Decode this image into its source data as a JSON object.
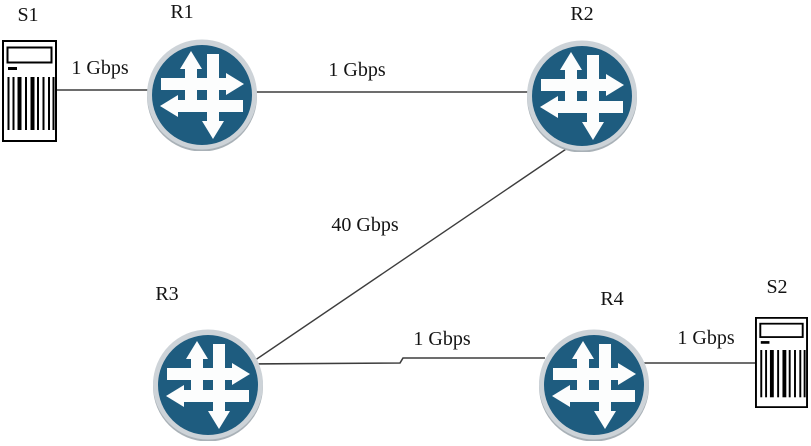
{
  "diagram": {
    "nodes": {
      "s1": {
        "label": "S1",
        "type": "server"
      },
      "r1": {
        "label": "R1",
        "type": "router"
      },
      "r2": {
        "label": "R2",
        "type": "router"
      },
      "r3": {
        "label": "R3",
        "type": "router"
      },
      "r4": {
        "label": "R4",
        "type": "router"
      },
      "s2": {
        "label": "S2",
        "type": "server"
      }
    },
    "links": {
      "s1_r1": {
        "from": "S1",
        "to": "R1",
        "bandwidth": "1 Gbps"
      },
      "r1_r2": {
        "from": "R1",
        "to": "R2",
        "bandwidth": "1 Gbps"
      },
      "r2_r3": {
        "from": "R2",
        "to": "R3",
        "bandwidth": "40 Gbps"
      },
      "r3_r4": {
        "from": "R3",
        "to": "R4",
        "bandwidth": "1 Gbps"
      },
      "r4_s2": {
        "from": "R4",
        "to": "S2",
        "bandwidth": "1 Gbps"
      }
    },
    "colors": {
      "router_fill": "#1E5C7F",
      "router_ring": "#CDD3D8",
      "router_shadow": "#A9B1B7",
      "arrow_white": "#FCFDFD",
      "link_line": "#3D3D3D",
      "label_text": "#141414",
      "background": "#FFFFFF"
    }
  }
}
